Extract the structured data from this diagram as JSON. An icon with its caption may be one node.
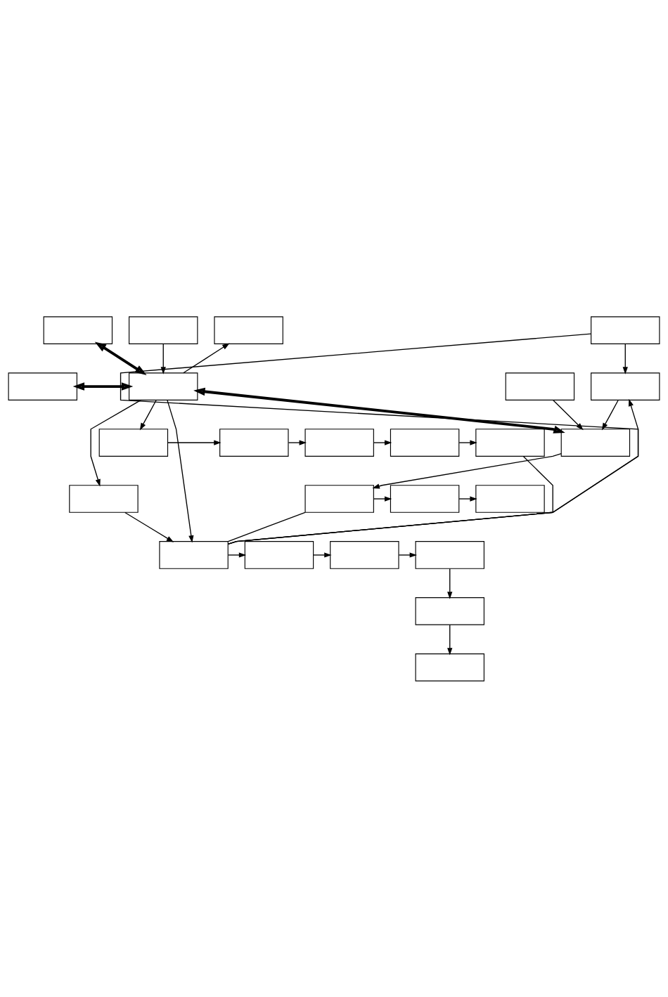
{
  "diagram": {
    "nodes": [
      {
        "text": [],
        "shape": "box"
      },
      {
        "text": [],
        "shape": "box"
      },
      {
        "text": [],
        "shape": "box"
      },
      {
        "text": [],
        "shape": "box"
      },
      {
        "text": [],
        "shape": "box"
      },
      {
        "text": [],
        "shape": "box"
      },
      {
        "text": [],
        "shape": "box"
      },
      {
        "text": [],
        "shape": "box"
      },
      {
        "text": [],
        "shape": "box"
      },
      {
        "text": [],
        "shape": "box"
      },
      {
        "text": [],
        "shape": "box"
      },
      {
        "text": [],
        "shape": "box"
      },
      {
        "text": [],
        "shape": "box"
      },
      {
        "text": [],
        "shape": "box"
      },
      {
        "text": [],
        "shape": "box"
      },
      {
        "text": [],
        "shape": "box"
      },
      {
        "text": [],
        "shape": "box"
      },
      {
        "text": [],
        "shape": "box"
      },
      {
        "text": [],
        "shape": "box"
      },
      {
        "text": [],
        "shape": "box"
      },
      {
        "text": [],
        "shape": "box"
      },
      {
        "text": [],
        "shape": "box"
      },
      {
        "text": [],
        "shape": "box"
      },
      {
        "text": [],
        "shape": "box"
      }
    ],
    "edges": [
      {
        "from": 4,
        "to": 0,
        "arrow": "both",
        "style": "thick"
      },
      {
        "from": 4,
        "to": 1,
        "arrow": "to"
      },
      {
        "from": 2,
        "to": 4,
        "arrow": "to"
      },
      {
        "from": 3,
        "to": 4,
        "arrow": "both",
        "style": "thick"
      },
      {
        "from": 4,
        "to": 7,
        "arrow": "both",
        "style": "thick"
      },
      {
        "from": 4,
        "to": 12,
        "arrow": "to"
      },
      {
        "from": 4,
        "to": 16,
        "arrow": "to"
      },
      {
        "from": 4,
        "to": 19,
        "arrow": "to"
      },
      {
        "from": 5,
        "to": 7,
        "arrow": "to"
      },
      {
        "from": 8,
        "to": 7,
        "arrow": "to"
      },
      {
        "from": 6,
        "to": 8,
        "arrow": "to"
      },
      {
        "from": 7,
        "to": 9,
        "arrow": "to"
      },
      {
        "from": 9,
        "to": 10,
        "arrow": "to"
      },
      {
        "from": 10,
        "to": 11,
        "arrow": "to"
      },
      {
        "from": 9,
        "to": 12,
        "arrow": "none"
      },
      {
        "from": 12,
        "to": 6,
        "arrow": "none"
      },
      {
        "from": 12,
        "to": 8,
        "arrow": "to"
      },
      {
        "from": 12,
        "to": 23,
        "arrow": "none"
      },
      {
        "from": 16,
        "to": 12,
        "arrow": "to"
      },
      {
        "from": 12,
        "to": 13,
        "arrow": "to"
      },
      {
        "from": 13,
        "to": 14,
        "arrow": "to"
      },
      {
        "from": 14,
        "to": 15,
        "arrow": "to"
      },
      {
        "from": 15,
        "to": 17,
        "arrow": "to"
      },
      {
        "from": 17,
        "to": 18,
        "arrow": "to"
      },
      {
        "from": 19,
        "to": 20,
        "arrow": "to"
      },
      {
        "from": 20,
        "to": 21,
        "arrow": "to"
      },
      {
        "from": 21,
        "to": 22,
        "arrow": "to"
      },
      {
        "from": 22,
        "to": 23,
        "arrow": "to"
      }
    ]
  }
}
